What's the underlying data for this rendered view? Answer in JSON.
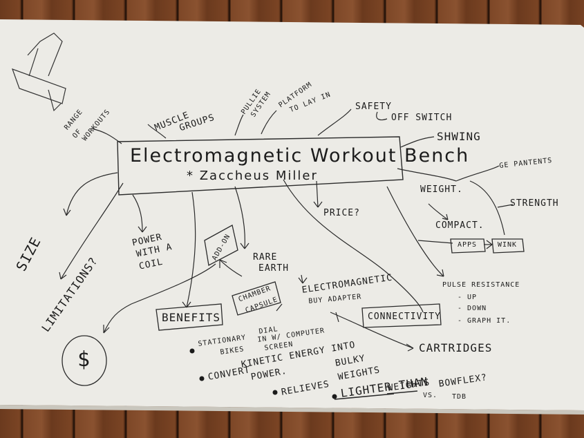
{
  "title": "Electromagnetic Workout Bench",
  "author": "* Zaccheus Miller",
  "nodes": {
    "range_of_workouts": [
      "RANGE",
      "OF",
      "WORKOUTS"
    ],
    "muscle_groups": [
      "MUSCLE",
      "GROUPS"
    ],
    "pullie_system": [
      "PULLIE",
      "SYSTEM"
    ],
    "platform": [
      "PLATFORM",
      "TO LAY IN"
    ],
    "safety": "SAFETY",
    "off_switch": "OFF SWITCH",
    "shwing": "SHWING",
    "ge_pantents": "GE PANTENTS",
    "strength": "STRENGTH",
    "weight": "WEIGHT.",
    "compact": "COMPACT.",
    "apps": "APPS",
    "wink": "WINK",
    "pulse_resistance": "PULSE RESISTANCE",
    "pulse_items": [
      "- UP",
      "- DOWN",
      "- GRAPH IT."
    ],
    "size": "SIZE",
    "limitations": "LIMITATIONS?",
    "power": [
      "POWER",
      "WITH A",
      "COIL"
    ],
    "add_on": "ADD-ON",
    "rare_earth": [
      "RARE",
      "EARTH"
    ],
    "price": "PRICE?",
    "chamber": [
      "CHAMBER",
      "CAPSULE"
    ],
    "electromagnetic": "ELECTROMAGNETIC",
    "buy_adapter": "BUY ADAPTER",
    "connectivity": "CONNECTIVITY",
    "cartridges": "CARTRIDGES",
    "benefits": "BENEFITS",
    "stationary": [
      "STATIONARY",
      "BIKES"
    ],
    "dial": [
      "DIAL",
      "IN W/ COMPUTER",
      "SCREEN"
    ],
    "convert": "CONVERT",
    "kinetic": [
      "KINETIC ENERGY INTO",
      "POWER."
    ],
    "relieves": "RELIEVES",
    "bulky": [
      "BULKY",
      "WEIGHTS"
    ],
    "lighter": "LIGHTER THAN",
    "weights2": "WEIGHTS",
    "vs": "VS.",
    "bowflex": "BOWFLEX?",
    "tdb": "TDB",
    "dollar": "$"
  },
  "colors": {
    "paper": "#ecebe6",
    "ink": "#1b1b1b",
    "floor": "#6b3a1e"
  }
}
